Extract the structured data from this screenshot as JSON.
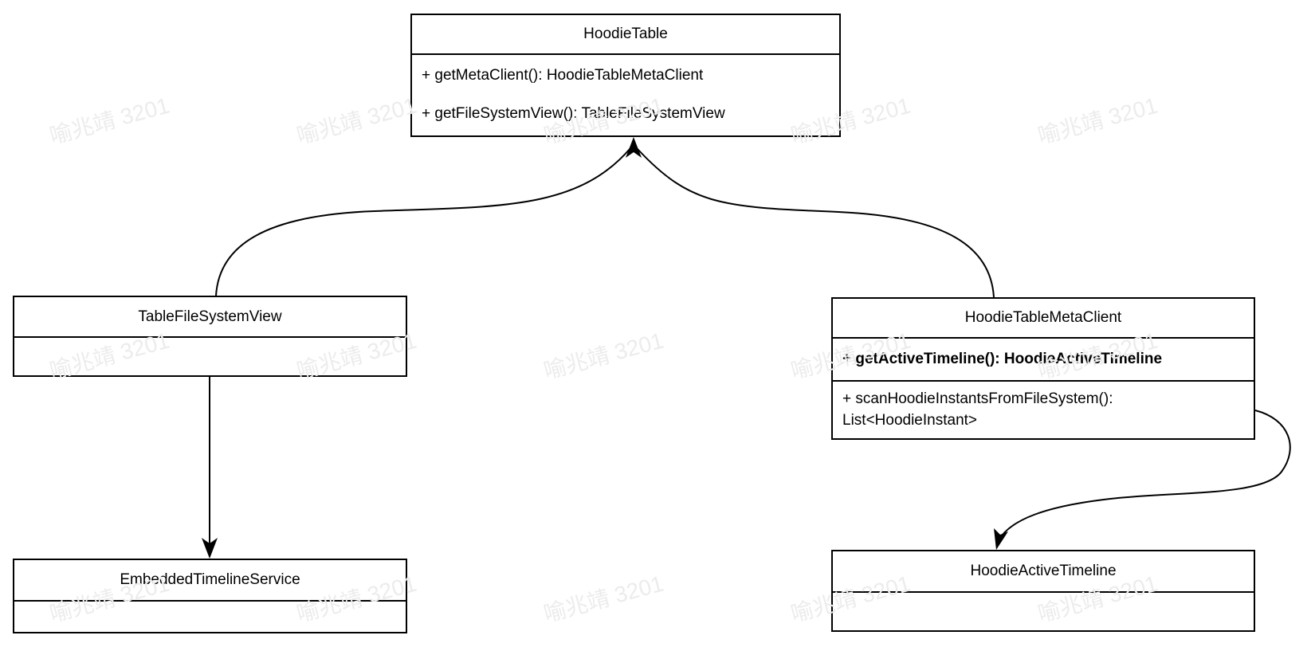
{
  "watermark": {
    "text": "喻兆靖 3201",
    "color": "#ececec"
  },
  "diagram": {
    "background": "#ffffff",
    "stroke": "#000000",
    "classes": {
      "hoodieTable": {
        "title": "HoodieTable",
        "methods": [
          "+ getMetaClient(): HoodieTableMetaClient",
          "+ getFileSystemView(): TableFileSystemView"
        ]
      },
      "tableFileSystemView": {
        "title": "TableFileSystemView",
        "methods": []
      },
      "hoodieTableMetaClient": {
        "title": "HoodieTableMetaClient",
        "methods": [
          "+ getActiveTimeline(): HoodieActiveTimeline",
          "+ scanHoodieInstantsFromFileSystem(): List<HoodieInstant>"
        ]
      },
      "embeddedTimelineService": {
        "title": "EmbeddedTimelineService",
        "methods": []
      },
      "hoodieActiveTimeline": {
        "title": "HoodieActiveTimeline",
        "methods": []
      }
    },
    "relations": [
      {
        "from": "TableFileSystemView",
        "to": "HoodieTable",
        "style": "arrow"
      },
      {
        "from": "HoodieTableMetaClient",
        "to": "HoodieTable",
        "style": "arrow"
      },
      {
        "from": "TableFileSystemView",
        "to": "EmbeddedTimelineService",
        "style": "arrow"
      },
      {
        "from": "HoodieTableMetaClient",
        "to": "HoodieActiveTimeline",
        "style": "arrow"
      }
    ]
  }
}
